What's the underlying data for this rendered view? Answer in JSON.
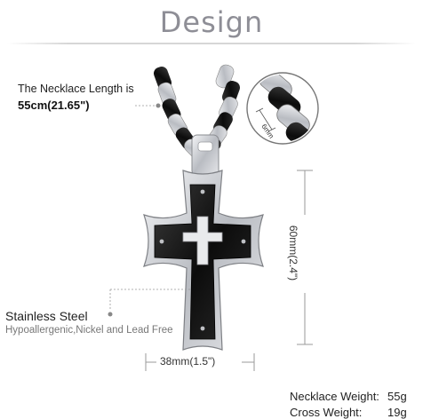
{
  "header": {
    "title": "Design"
  },
  "callouts": {
    "necklace_label": "The Necklace Length is",
    "necklace_length": "55cm(21.65\")",
    "chain_width": "6mm",
    "steel_title": "Stainless Steel",
    "steel_subtitle": "Hypoallergenic,Nickel and Lead Free"
  },
  "dimensions": {
    "height": "60mm(2.4\")",
    "width": "38mm(1.5\")"
  },
  "specs": [
    {
      "label": "Necklace Weight:",
      "value": "55g"
    },
    {
      "label": "Cross Weight:",
      "value": "19g"
    }
  ],
  "colors": {
    "title_gray": "#8e8e96",
    "steel_silver": "#c9cbd0",
    "black_inlay": "#141414"
  }
}
